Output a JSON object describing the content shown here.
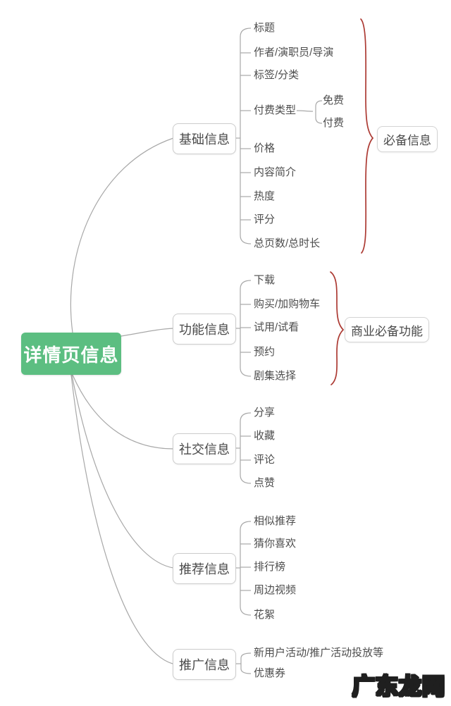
{
  "root": {
    "label": "详情页信息"
  },
  "branches": [
    {
      "label": "基础信息",
      "annotation": "必备信息",
      "children": [
        {
          "label": "标题"
        },
        {
          "label": "作者/演职员/导演"
        },
        {
          "label": "标签/分类"
        },
        {
          "label": "付费类型",
          "children": [
            {
              "label": "免费"
            },
            {
              "label": "付费"
            }
          ]
        },
        {
          "label": "价格"
        },
        {
          "label": "内容简介"
        },
        {
          "label": "热度"
        },
        {
          "label": "评分"
        },
        {
          "label": "总页数/总时长"
        }
      ]
    },
    {
      "label": "功能信息",
      "annotation": "商业必备功能",
      "children": [
        {
          "label": "下载"
        },
        {
          "label": "购买/加购物车"
        },
        {
          "label": "试用/试看"
        },
        {
          "label": "预约"
        },
        {
          "label": "剧集选择"
        }
      ]
    },
    {
      "label": "社交信息",
      "children": [
        {
          "label": "分享"
        },
        {
          "label": "收藏"
        },
        {
          "label": "评论"
        },
        {
          "label": "点赞"
        }
      ]
    },
    {
      "label": "推荐信息",
      "children": [
        {
          "label": "相似推荐"
        },
        {
          "label": "猜你喜欢"
        },
        {
          "label": "排行榜"
        },
        {
          "label": "周边视频"
        },
        {
          "label": "花絮"
        }
      ]
    },
    {
      "label": "推广信息",
      "children": [
        {
          "label": "新用户活动/推广活动投放等"
        },
        {
          "label": "优惠券"
        }
      ]
    }
  ],
  "watermark": {
    "label": "广东龙网"
  },
  "colors": {
    "root_bg": "#5cbe81",
    "root_text": "#ffffff",
    "node_border": "#cccccc",
    "node_text": "#4a4a4a",
    "leaf_text": "#4d4d4d",
    "connector_line": "#a8a8a8",
    "brace": "#ac3a33",
    "watermark_fill": "#ffffff",
    "watermark_outline": "#1f1f1f"
  }
}
